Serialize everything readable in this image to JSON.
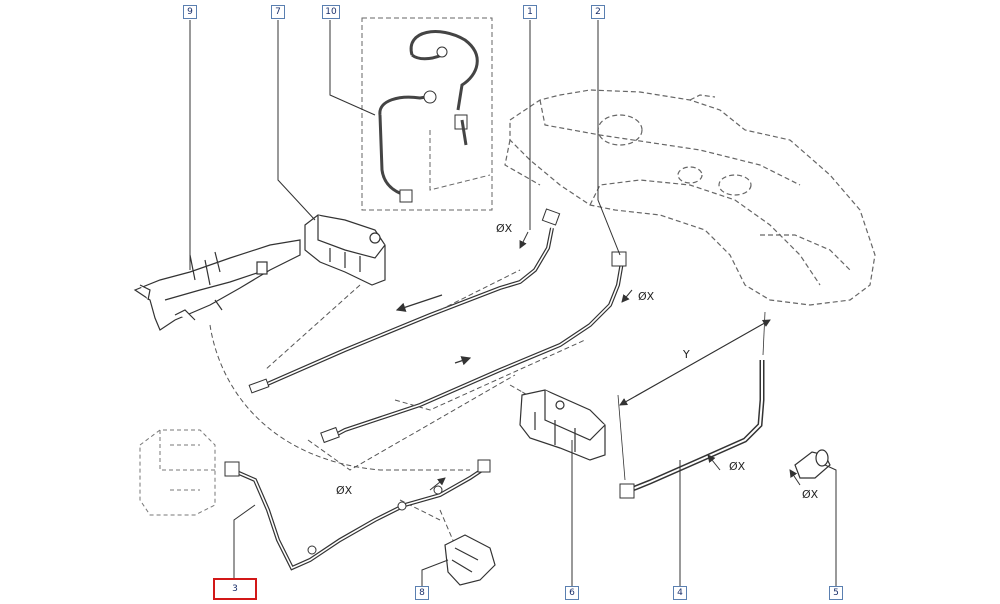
{
  "diagram": {
    "callouts": [
      {
        "id": "9",
        "active": false
      },
      {
        "id": "7",
        "active": false
      },
      {
        "id": "10",
        "active": false
      },
      {
        "id": "1",
        "active": false
      },
      {
        "id": "2",
        "active": false
      },
      {
        "id": "3",
        "active": true
      },
      {
        "id": "8",
        "active": false
      },
      {
        "id": "6",
        "active": false
      },
      {
        "id": "4",
        "active": false
      },
      {
        "id": "5",
        "active": false
      }
    ],
    "dimensions": {
      "dia_1": "ØX",
      "dia_2": "ØX",
      "dia_3": "ØX",
      "dia_4": "ØX",
      "dia_5": "ØX",
      "length_4": "Y"
    },
    "highlight_color": "#d21818",
    "callout_color": "#5a7fb0"
  }
}
